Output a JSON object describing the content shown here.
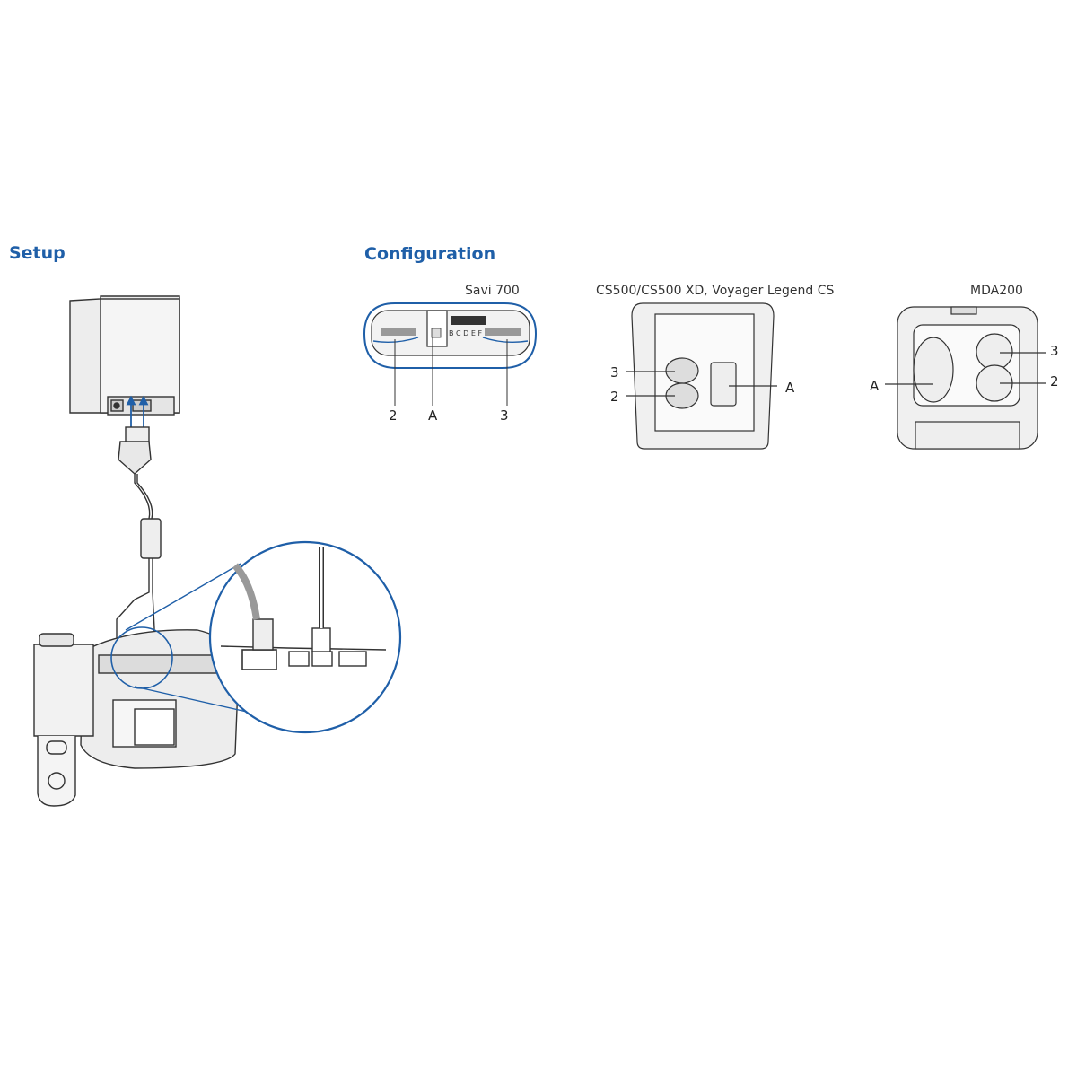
{
  "headings": {
    "setup": "Setup",
    "configuration": "Configuration"
  },
  "models": {
    "savi": {
      "label": "Savi 700",
      "switch_letters": "B C D E F G",
      "callouts": [
        "2",
        "A",
        "3"
      ]
    },
    "cs500": {
      "label": "CS500/CS500 XD, Voyager Legend CS",
      "callouts": [
        "3",
        "2",
        "A"
      ]
    },
    "mda200": {
      "label": "MDA200",
      "callouts": [
        "3",
        "A",
        "2"
      ]
    }
  },
  "colors": {
    "heading": "#1f5fa8",
    "highlight": "#1f5fa8",
    "line": "#333333"
  }
}
